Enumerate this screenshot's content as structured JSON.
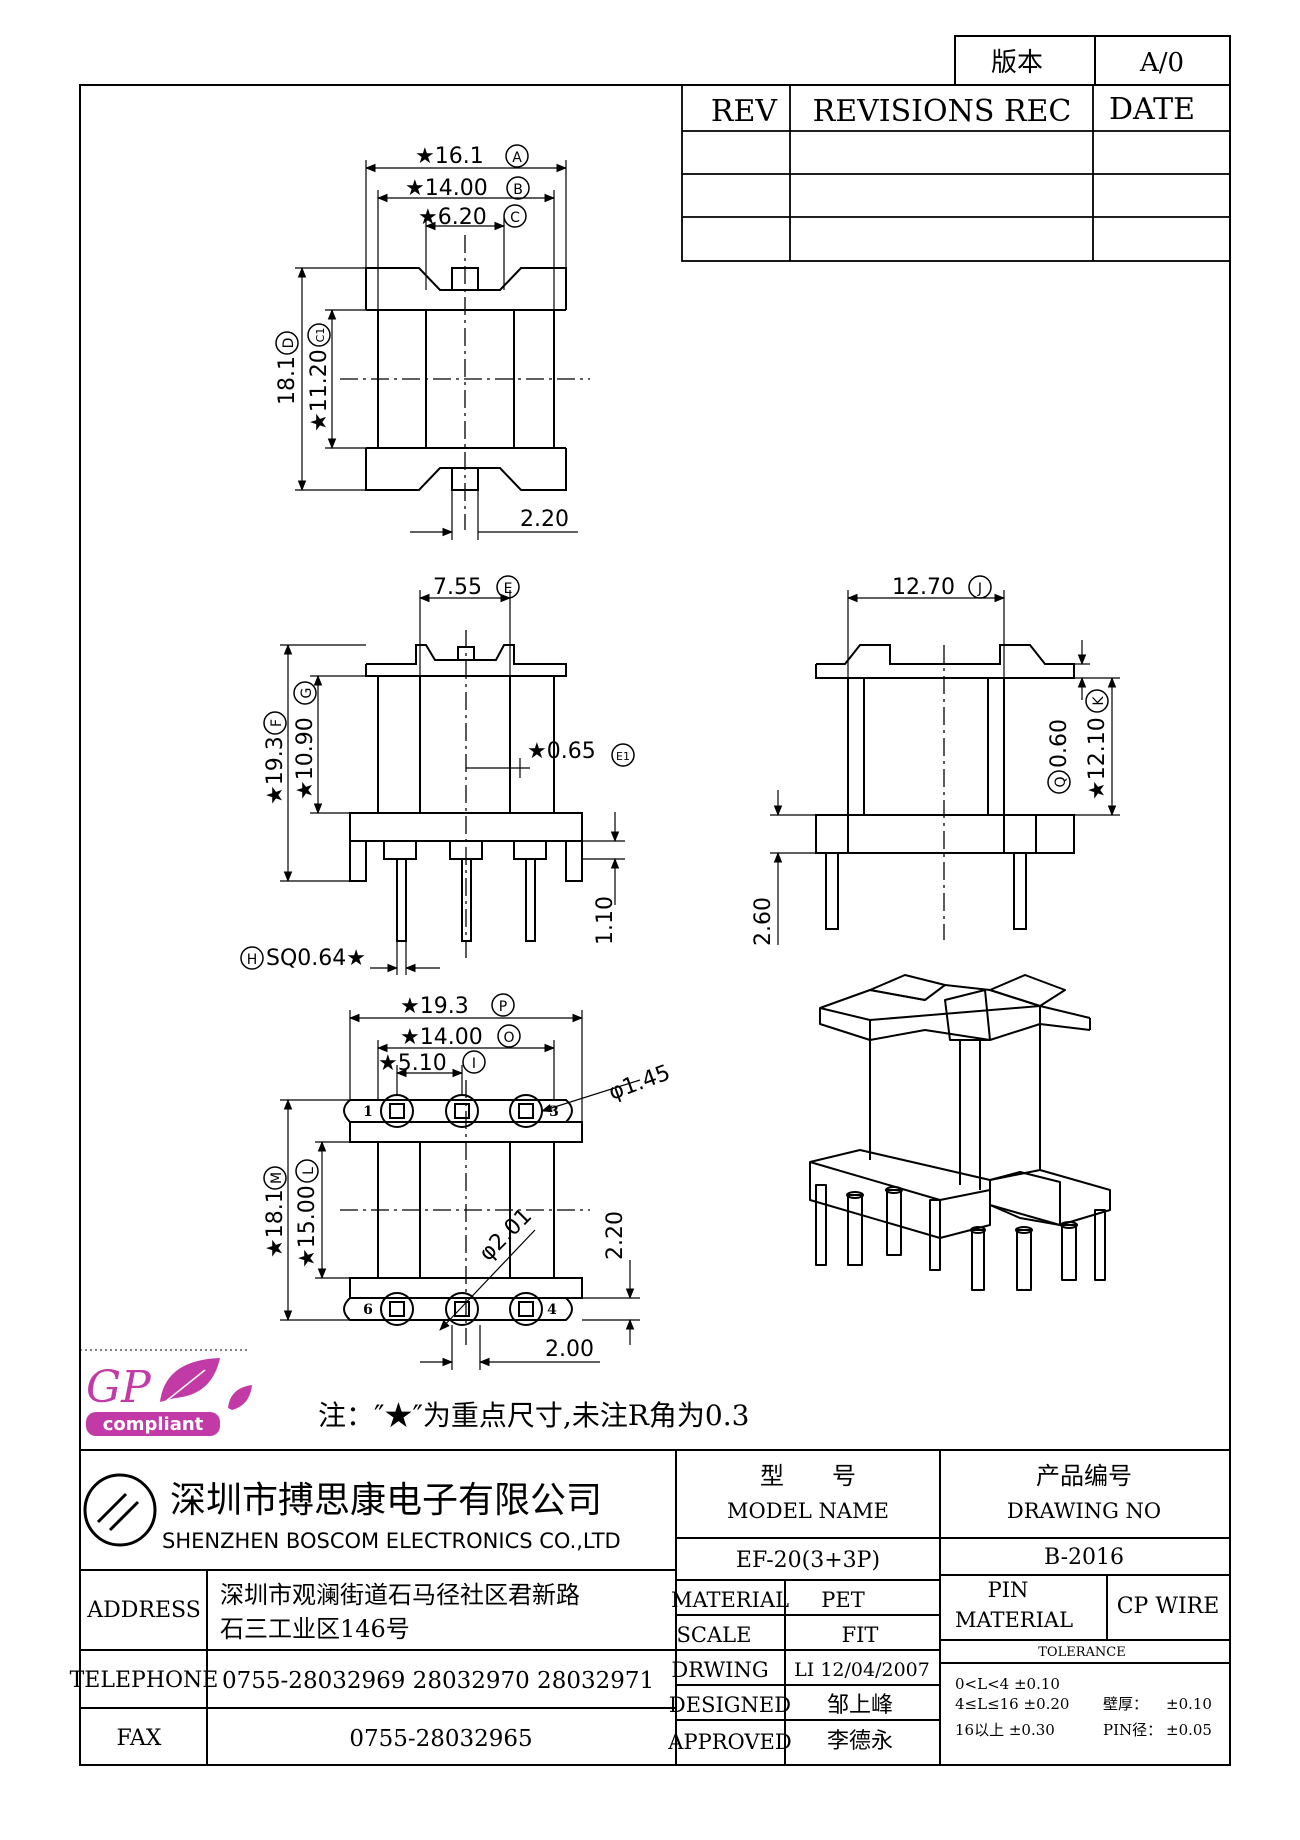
{
  "version_box": {
    "label": "版本",
    "value": "A/0"
  },
  "revisions": {
    "headers": [
      "REV",
      "REVISIONS REC",
      "DATE"
    ],
    "rows": [
      [
        "",
        "",
        ""
      ],
      [
        "",
        "",
        ""
      ],
      [
        "",
        "",
        ""
      ]
    ]
  },
  "dimensions": {
    "top_view": {
      "d1": "★16.1",
      "d1_tag": "A",
      "d2": "★14.00",
      "d2_tag": "B",
      "d3": "★6.20",
      "d3_tag": "C",
      "d4": "18.1",
      "d4_tag": "D",
      "d5": "★11.20",
      "d5_tag": "C1",
      "d6": "2.20"
    },
    "front_view": {
      "d1": "7.55",
      "d1_tag": "E",
      "d2": "★19.3",
      "d2_tag": "F",
      "d3": "★10.90",
      "d3_tag": "G",
      "d4": "★0.65",
      "d4_tag": "E1",
      "d5": "1.10",
      "d6_tag": "H",
      "d6": "SQ0.64★"
    },
    "side_view": {
      "d1": "12.70",
      "d1_tag": "J",
      "d2": "0.60",
      "d2_tag": "Q",
      "d3": "★12.10",
      "d3_tag": "K",
      "d4": "2.60"
    },
    "bottom_view": {
      "d1": "★19.3",
      "d1_tag": "P",
      "d2": "★14.00",
      "d2_tag": "O",
      "d3": "★5.10",
      "d3_tag": "I",
      "d4": "φ1.45",
      "d5": "★18.1",
      "d5_tag": "M",
      "d6": "★15.00",
      "d6_tag": "L",
      "d7": "φ2.01",
      "d8": "2.20",
      "d9": "2.00",
      "pins": [
        "1",
        "3",
        "6",
        "4"
      ]
    }
  },
  "logo": {
    "text1": "GP",
    "text2": "compliant"
  },
  "note": "注：″★″为重点尺寸,未注R角为0.3",
  "company": {
    "name_cn": "深圳市搏思康电子有限公司",
    "name_en": "SHENZHEN BOSCOM ELECTRONICS CO.,LTD"
  },
  "model": {
    "label_cn": "型　　号",
    "label_en": "MODEL NAME",
    "value": "EF-20(3+3P)"
  },
  "drawing": {
    "label_cn": "产品编号",
    "label_en": "DRAWING NO",
    "value": "B-2016"
  },
  "address": {
    "label": "ADDRESS",
    "line1": "深圳市观澜街道石马径社区君新路",
    "line2": "石三工业区146号"
  },
  "telephone": {
    "label": "TELEPHONE",
    "value": "0755-28032969 28032970 28032971"
  },
  "fax": {
    "label": "FAX",
    "value": "0755-28032965"
  },
  "specs": {
    "material_label": "MATERIAL",
    "material_value": "PET",
    "scale_label": "SCALE",
    "scale_value": "FIT",
    "drwing_label": "DRWING",
    "drwing_value": "LI 12/04/2007",
    "designed_label": "DESIGNED",
    "designed_value": "邹上峰",
    "approved_label": "APPROVED",
    "approved_value": "李德永"
  },
  "pin_material": {
    "label1": "PIN",
    "label2": "MATERIAL",
    "value": "CP WIRE"
  },
  "tolerance": {
    "title": "TOLERANCE",
    "r1": "0<L<4  ±0.10",
    "r2": "4≤L≤16  ±0.20",
    "r3": "16以上      ±0.30",
    "w_label": "壁厚：",
    "w_value": "±0.10",
    "p_label": "PIN径：",
    "p_value": "±0.05"
  }
}
